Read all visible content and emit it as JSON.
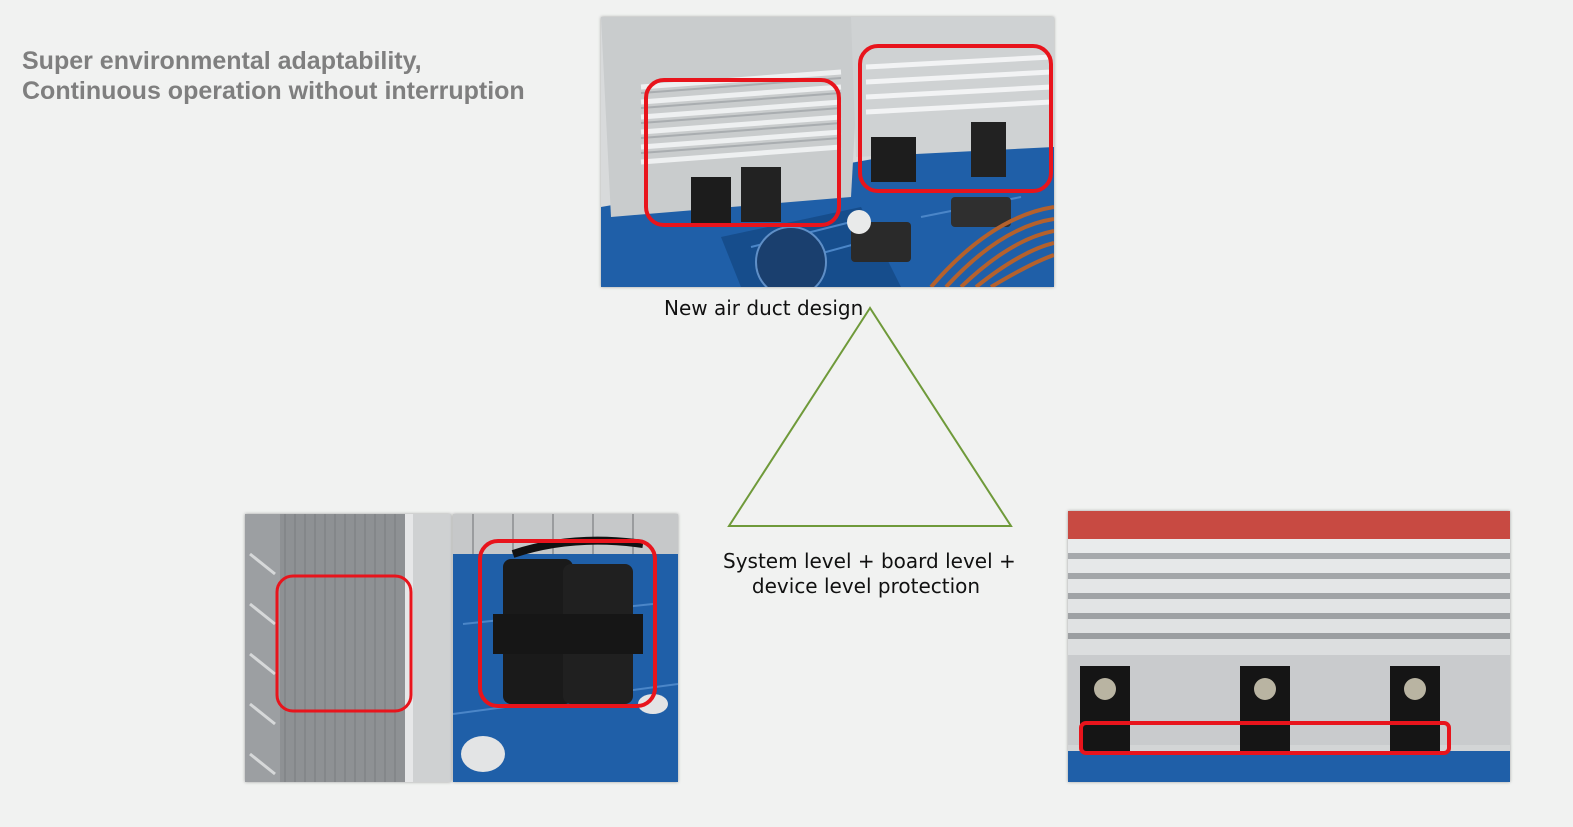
{
  "heading": {
    "line1": "Super environmental adaptability,",
    "line2": "Continuous operation without interruption"
  },
  "captions": {
    "air_duct": "New air duct design",
    "protection_line1": "System level + board level +",
    "protection_line2": "device level protection"
  },
  "colors": {
    "background": "#f1f2f1",
    "heading_text": "#7f7f7f",
    "highlight": "#e8141c",
    "triangle": "#6f9a3a",
    "pcb_blue": "#1f5fa8"
  }
}
